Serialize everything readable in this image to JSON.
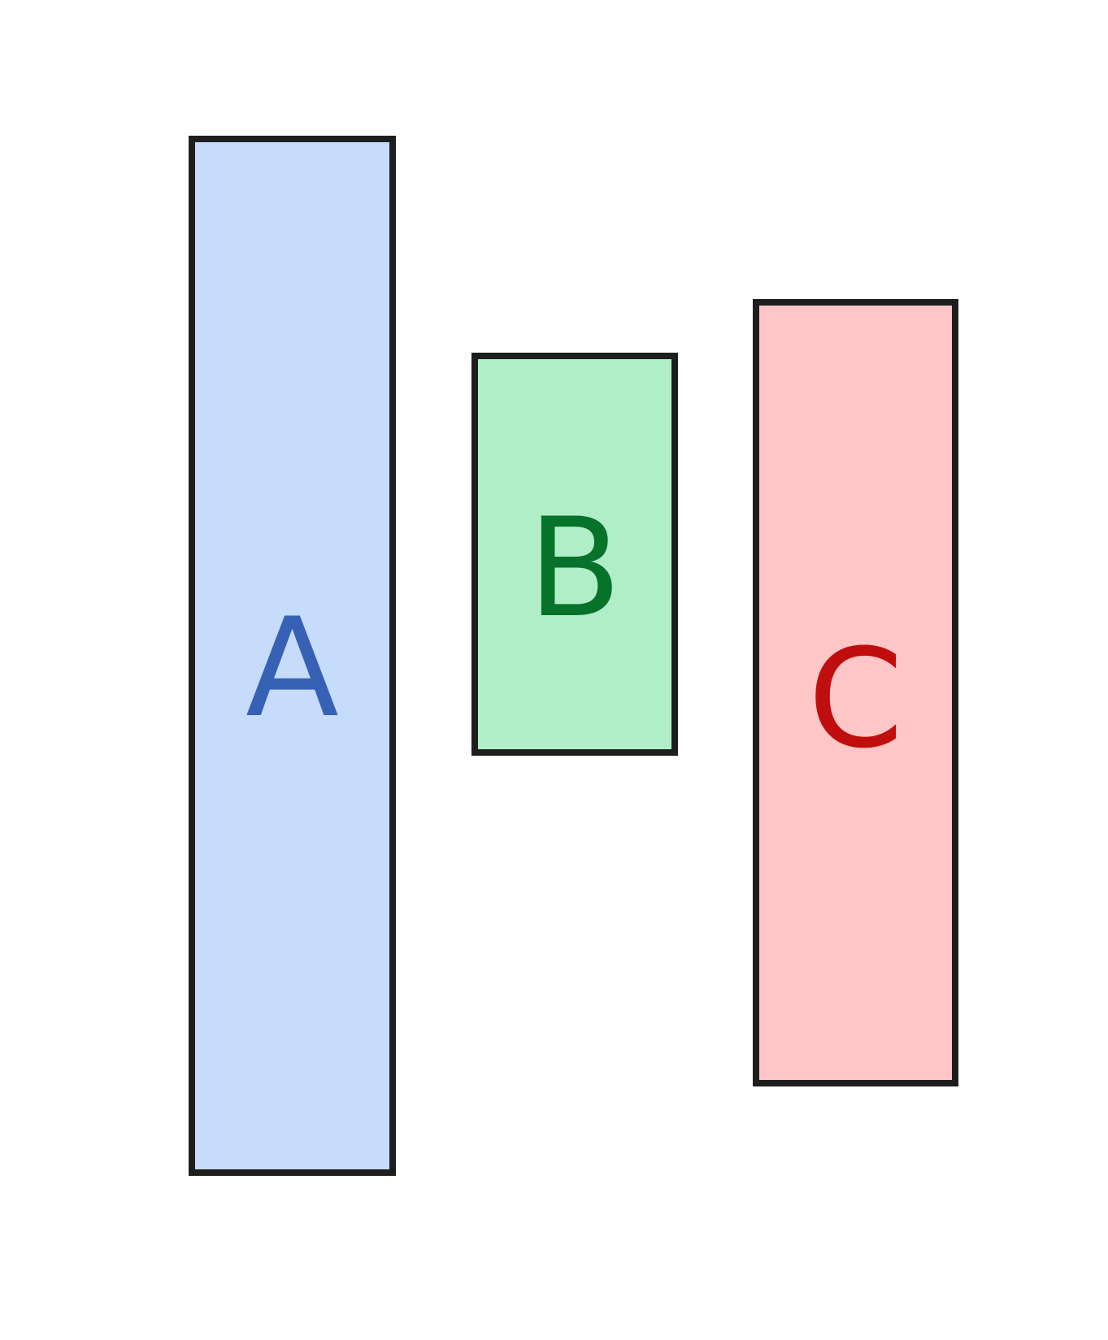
{
  "diagram": {
    "background_color": "#ffffff",
    "border_color": "#1e1e1e",
    "boxes": [
      {
        "label": "A",
        "fill_color": "#c7dcfb",
        "text_color": "#3661b5"
      },
      {
        "label": "B",
        "fill_color": "#b0eec8",
        "text_color": "#077229"
      },
      {
        "label": "C",
        "fill_color": "#fec6c6",
        "text_color": "#c00e0e"
      }
    ]
  }
}
